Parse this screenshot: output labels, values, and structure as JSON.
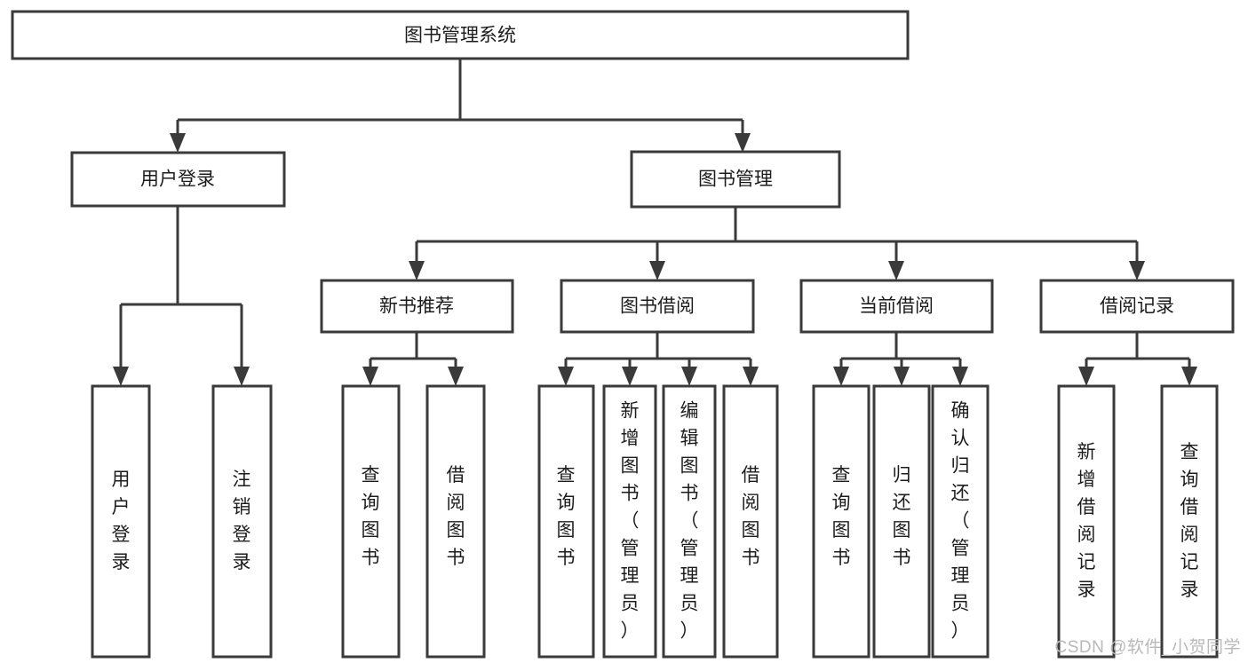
{
  "diagram": {
    "type": "tree-hierarchy",
    "title": "图书管理系统",
    "watermark": "CSDN @软件_小贺同学",
    "colors": {
      "stroke": "#3a3a3a",
      "fill": "#ffffff",
      "text": "#1c1c1c",
      "watermark": "#b9b9b9",
      "background": "#ffffff"
    },
    "levels": {
      "root": {
        "label": "图书管理系统"
      },
      "level1": [
        {
          "label": "用户登录"
        },
        {
          "label": "图书管理"
        }
      ],
      "level2": [
        {
          "label": "新书推荐",
          "parent": "图书管理"
        },
        {
          "label": "图书借阅",
          "parent": "图书管理"
        },
        {
          "label": "当前借阅",
          "parent": "图书管理"
        },
        {
          "label": "借阅记录",
          "parent": "图书管理"
        }
      ],
      "leaves": [
        {
          "label": "用户登录",
          "parent": "用户登录"
        },
        {
          "label": "注销登录",
          "parent": "用户登录"
        },
        {
          "label": "查询图书",
          "parent": "新书推荐"
        },
        {
          "label": "借阅图书",
          "parent": "新书推荐"
        },
        {
          "label": "查询图书",
          "parent": "图书借阅"
        },
        {
          "label": "新增图书（管理员）",
          "parent": "图书借阅"
        },
        {
          "label": "编辑图书（管理员）",
          "parent": "图书借阅"
        },
        {
          "label": "借阅图书",
          "parent": "图书借阅"
        },
        {
          "label": "查询图书",
          "parent": "当前借阅"
        },
        {
          "label": "归还图书",
          "parent": "当前借阅"
        },
        {
          "label": "确认归还（管理员）",
          "parent": "当前借阅"
        },
        {
          "label": "新增借阅记录",
          "parent": "借阅记录"
        },
        {
          "label": "查询借阅记录",
          "parent": "借阅记录"
        }
      ]
    }
  }
}
